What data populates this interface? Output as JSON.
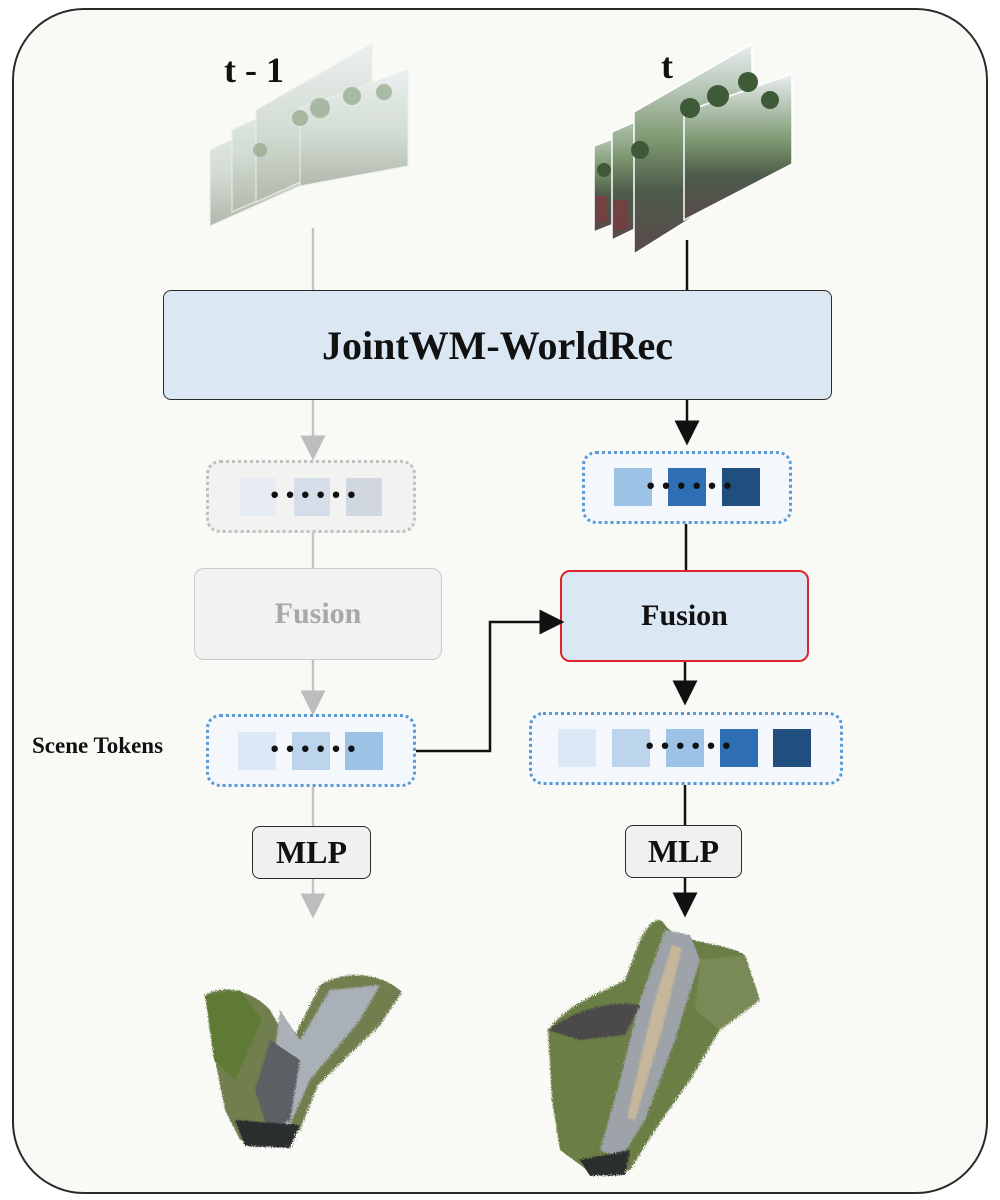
{
  "labels": {
    "time_prev": "t - 1",
    "time_curr": "t",
    "reconstruction_model": "JointWM-WorldRec",
    "fusion_prev": "Fusion",
    "fusion_curr": "Fusion",
    "mlp_prev": "MLP",
    "mlp_curr": "MLP",
    "scene_tokens": "Scene Tokens",
    "dots": "······"
  },
  "colors": {
    "token_light": "#dbe8f5",
    "token_mid_light": "#bcd4ec",
    "token_mid": "#9cc2e6",
    "token_dark": "#2e6fb3",
    "token_darkest": "#1f4e7f",
    "dotted_border": "#5b9bd5",
    "gray_dotted_border": "#bfbfbf",
    "fusion_highlight": "#e0242b",
    "box_fill": "#dbe8f4"
  },
  "icons": {
    "camera_frames_prev": "multi-view-camera-frames-icon",
    "camera_frames_curr": "multi-view-camera-frames-icon",
    "point_cloud_prev": "3d-point-cloud-icon",
    "point_cloud_curr": "3d-point-cloud-icon"
  }
}
